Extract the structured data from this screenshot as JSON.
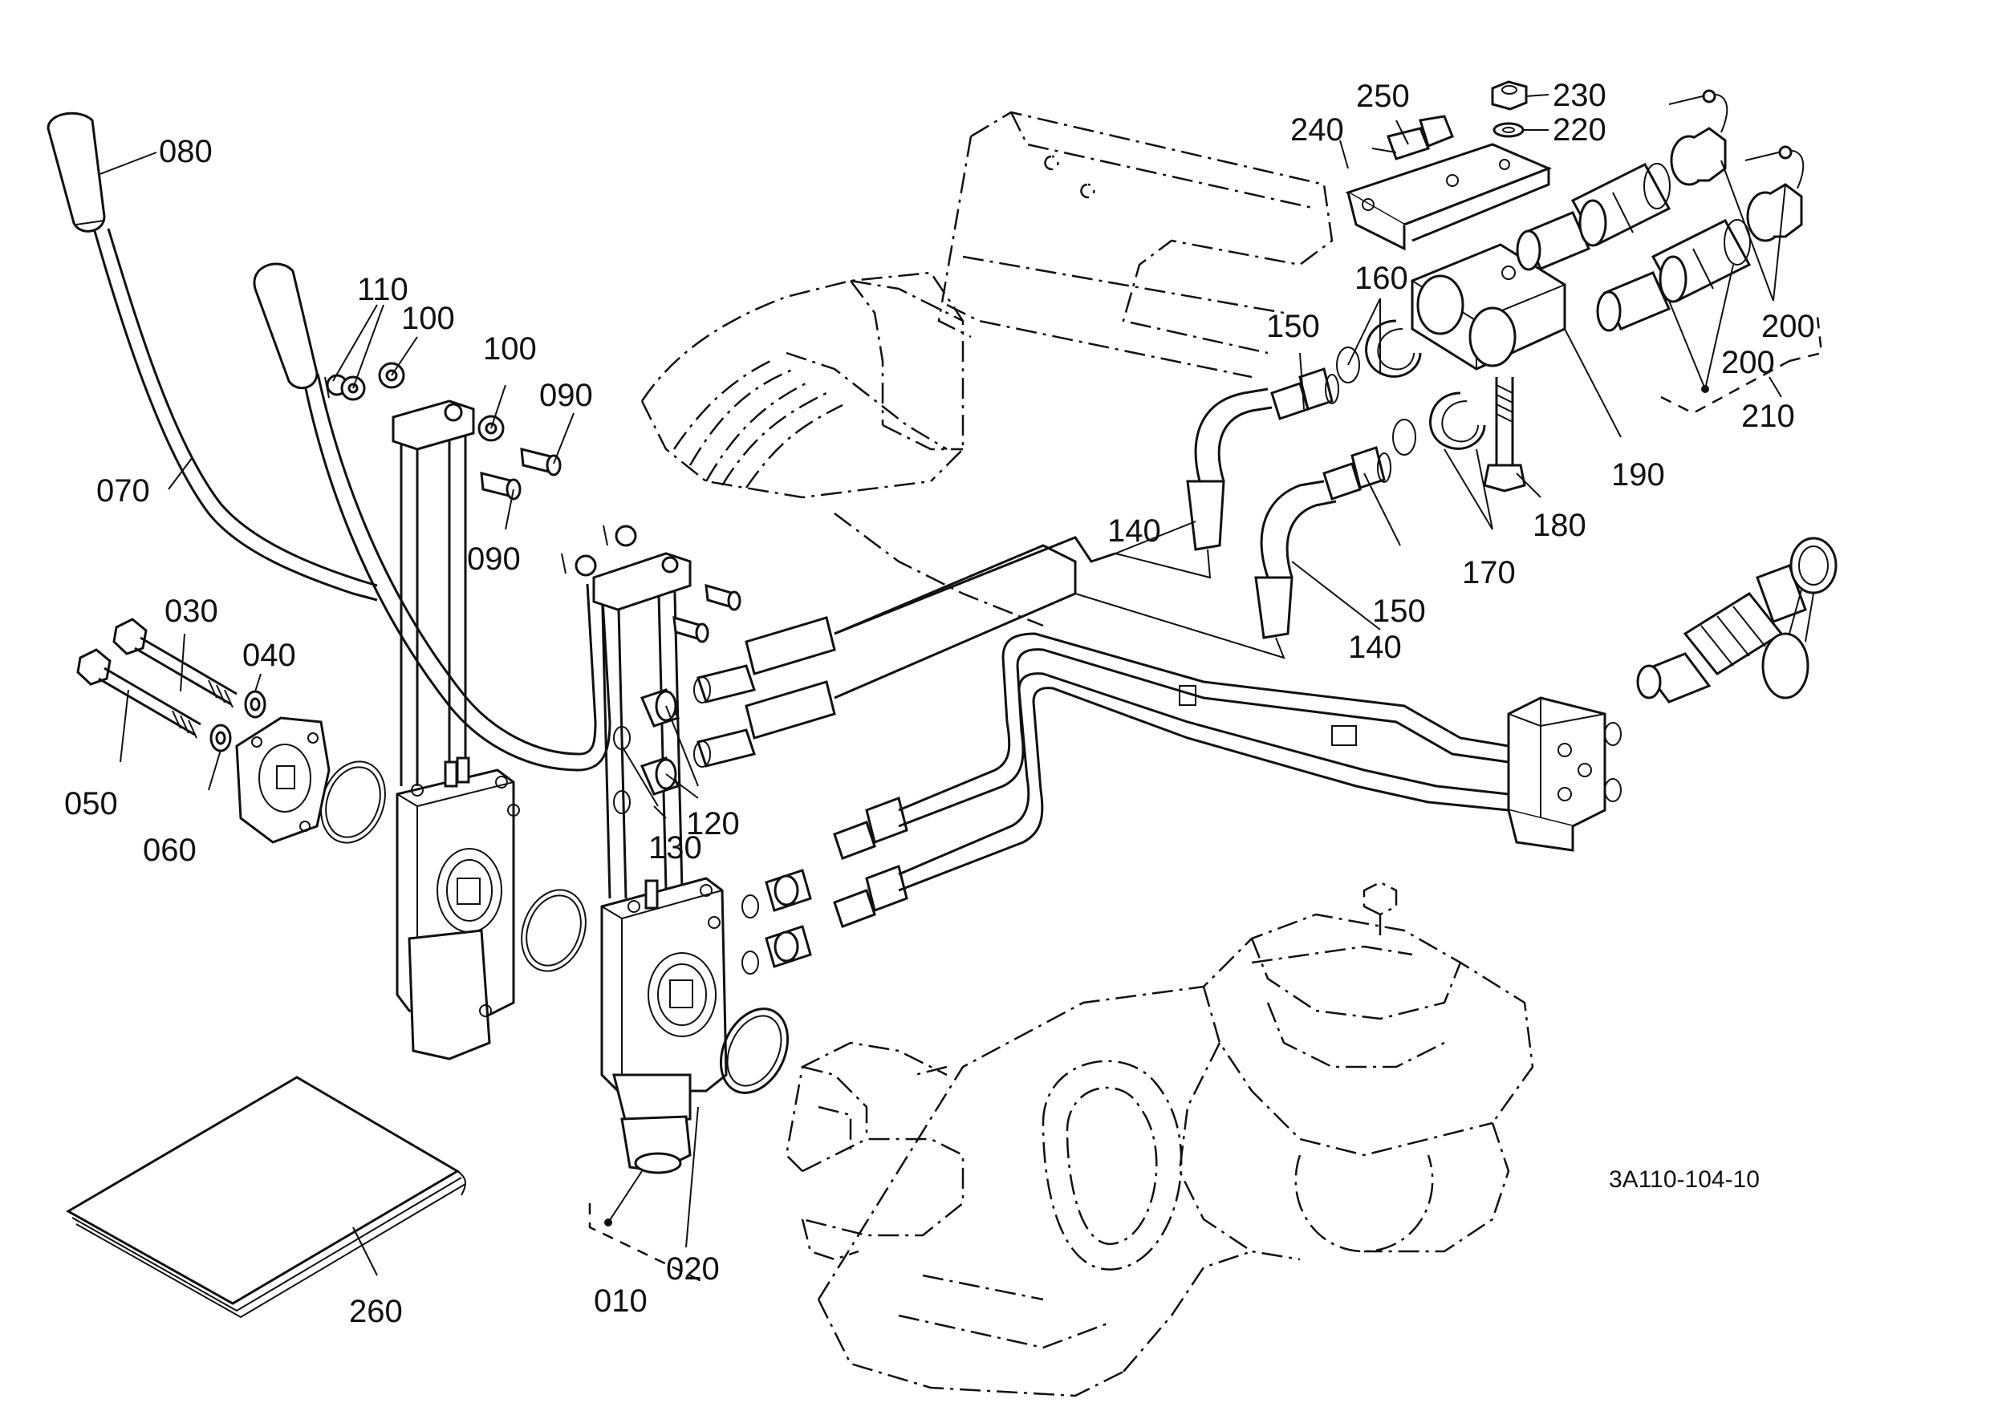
{
  "drawing_code": "3A110-104-10",
  "callouts": [
    {
      "id": "010",
      "label": "010"
    },
    {
      "id": "020",
      "label": "020"
    },
    {
      "id": "030",
      "label": "030"
    },
    {
      "id": "040",
      "label": "040"
    },
    {
      "id": "050",
      "label": "050"
    },
    {
      "id": "060",
      "label": "060"
    },
    {
      "id": "070",
      "label": "070"
    },
    {
      "id": "080",
      "label": "080"
    },
    {
      "id": "090a",
      "label": "090"
    },
    {
      "id": "090b",
      "label": "090"
    },
    {
      "id": "100a",
      "label": "100"
    },
    {
      "id": "100b",
      "label": "100"
    },
    {
      "id": "110",
      "label": "110"
    },
    {
      "id": "120",
      "label": "120"
    },
    {
      "id": "130",
      "label": "130"
    },
    {
      "id": "140a",
      "label": "140"
    },
    {
      "id": "140b",
      "label": "140"
    },
    {
      "id": "150a",
      "label": "150"
    },
    {
      "id": "150b",
      "label": "150"
    },
    {
      "id": "160",
      "label": "160"
    },
    {
      "id": "170",
      "label": "170"
    },
    {
      "id": "180",
      "label": "180"
    },
    {
      "id": "190",
      "label": "190"
    },
    {
      "id": "200a",
      "label": "200"
    },
    {
      "id": "200b",
      "label": "200"
    },
    {
      "id": "210",
      "label": "210"
    },
    {
      "id": "220",
      "label": "220"
    },
    {
      "id": "230",
      "label": "230"
    },
    {
      "id": "240",
      "label": "240"
    },
    {
      "id": "250",
      "label": "250"
    },
    {
      "id": "260",
      "label": "260"
    }
  ]
}
